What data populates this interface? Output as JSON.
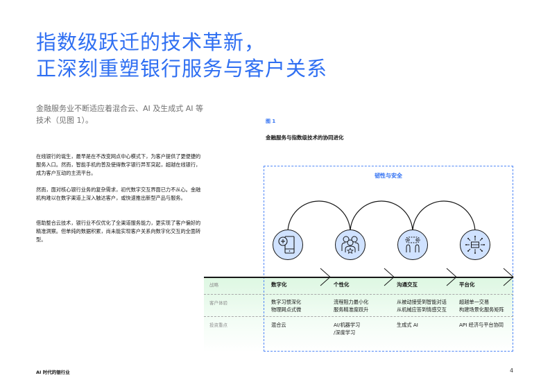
{
  "heading": {
    "line1": "指数级跃迁的技术革新，",
    "line2": "正深刻重塑银行服务与客户关系"
  },
  "intro": "金融服务业不断适应着混合云、AI 及生成式 AI 等技术（见图 1）。",
  "paragraphs": [
    "在线银行的诞生，最早是在不改变网点中心模式下，为客户提供了更便捷的服务入口。然而，智能手机的普及使得数字银行异军突起，超越在线银行，成为客户互动的主流平台。",
    "然而，面对核心银行业务的复杂需求，初代数字交互界面已力不从心。金融机构难以在数字渠道上深入触达客户，或快速推出新型产品与服务。",
    "借助整合云技术，银行业不仅优化了全渠道服务能力，更实现了客户偏好的精准洞察。但单纯的数据积累，尚未能实现客户关系向数字化交互的全面转型。"
  ],
  "figure": {
    "label": "图 1",
    "title": "金融服务与指数级技术的协同进化",
    "banner": "韧性与安全",
    "row_labels": [
      "战略",
      "客户体验",
      "投资重点"
    ],
    "stages": [
      {
        "icon": "mobile-plus-icon",
        "strategy": "数字化",
        "experience": [
          "数字习惯深化",
          "物理网点式微"
        ],
        "investment": [
          "混合云"
        ]
      },
      {
        "icon": "people-star-icon",
        "strategy": "个性化",
        "experience": [
          "流程阻力最小化",
          "服务精准度跃升"
        ],
        "investment": [
          "AI/机器学习",
          "/深度学习"
        ]
      },
      {
        "icon": "conversation-icon",
        "strategy": "沟通交互",
        "experience": [
          "从被动接受到智能对话",
          "从机械应答到情感交互"
        ],
        "investment": [
          "生成式 AI"
        ]
      },
      {
        "icon": "platform-hub-icon",
        "strategy": "平台化",
        "experience": [
          "超越单一交易",
          "构建场景化服务矩阵"
        ],
        "investment": [
          "API 经济与平台协同"
        ]
      }
    ]
  },
  "footer": {
    "publication": "AI 时代的银行业",
    "page_number": "4"
  },
  "colors": {
    "accent_blue": "#2f6ff2",
    "icon_fill": "#d0e2ff",
    "band_green": "#ddf7e2"
  }
}
